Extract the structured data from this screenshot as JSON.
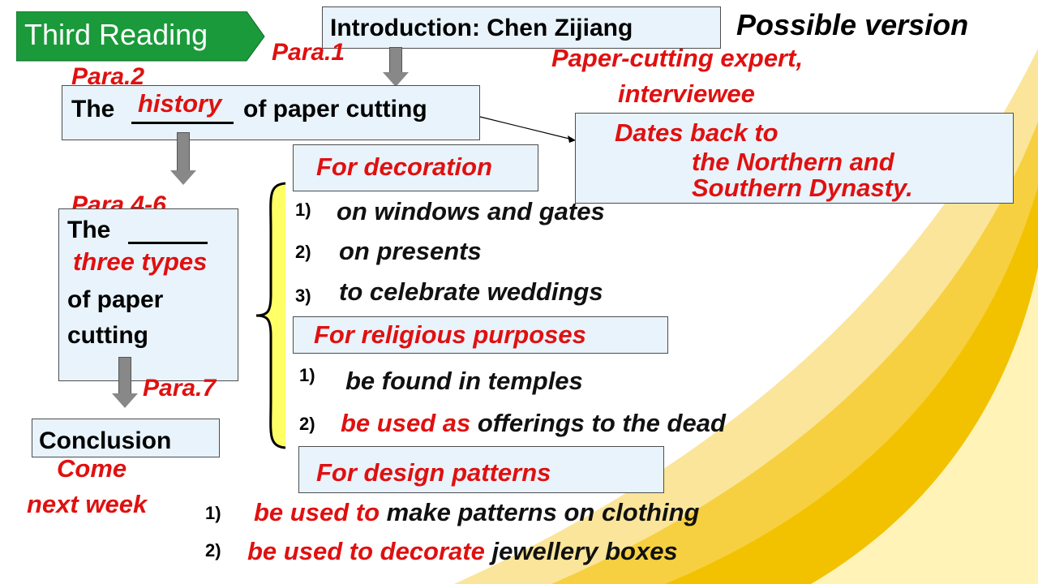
{
  "slide": {
    "tag": "Third Reading",
    "possible_version": "Possible version",
    "intro": {
      "label": "Introduction:",
      "name": "Chen Zijiang",
      "para": "Para.1",
      "answer": "Paper-cutting expert,",
      "answer2": "interviewee"
    },
    "history": {
      "para": "Para.2",
      "prefix": "The",
      "blank_answer": "history",
      "suffix": "of paper cutting",
      "dates_line1": "Dates back to",
      "dates_line2": "the Northern and",
      "dates_line3": "Southern Dynasty."
    },
    "types": {
      "para": "Para.4-6",
      "prefix": "The",
      "blank_answer": "three types",
      "line2": "of paper",
      "line3": "cutting"
    },
    "conclusion": {
      "para": "Para.7",
      "label": "Conclusion",
      "answer1": "Come",
      "answer2": "next week"
    },
    "decoration": {
      "heading": "For decoration",
      "items": [
        {
          "num": "1)",
          "text": "on windows and gates"
        },
        {
          "num": "2)",
          "text": "on presents"
        },
        {
          "num": "3)",
          "text": "to celebrate weddings"
        }
      ]
    },
    "religious": {
      "heading": "For religious purposes",
      "items": [
        {
          "num": "1)",
          "text": "be found in temples"
        },
        {
          "num": "2)",
          "red": "be used as",
          "text": "offerings to the dead"
        }
      ]
    },
    "design": {
      "heading": "For design patterns",
      "items": [
        {
          "num": "1)",
          "red": "be used to",
          "text": "make patterns on clothing"
        },
        {
          "num": "2)",
          "red": "be used to decorate",
          "text": "jewellery boxes"
        }
      ]
    },
    "colors": {
      "accent_red": "#e01010",
      "tag_green": "#1a9a3a",
      "box_fill": "#e8f3fb",
      "brace_yellow": "#ffff66",
      "swoosh_gold": "#f2c200"
    }
  }
}
